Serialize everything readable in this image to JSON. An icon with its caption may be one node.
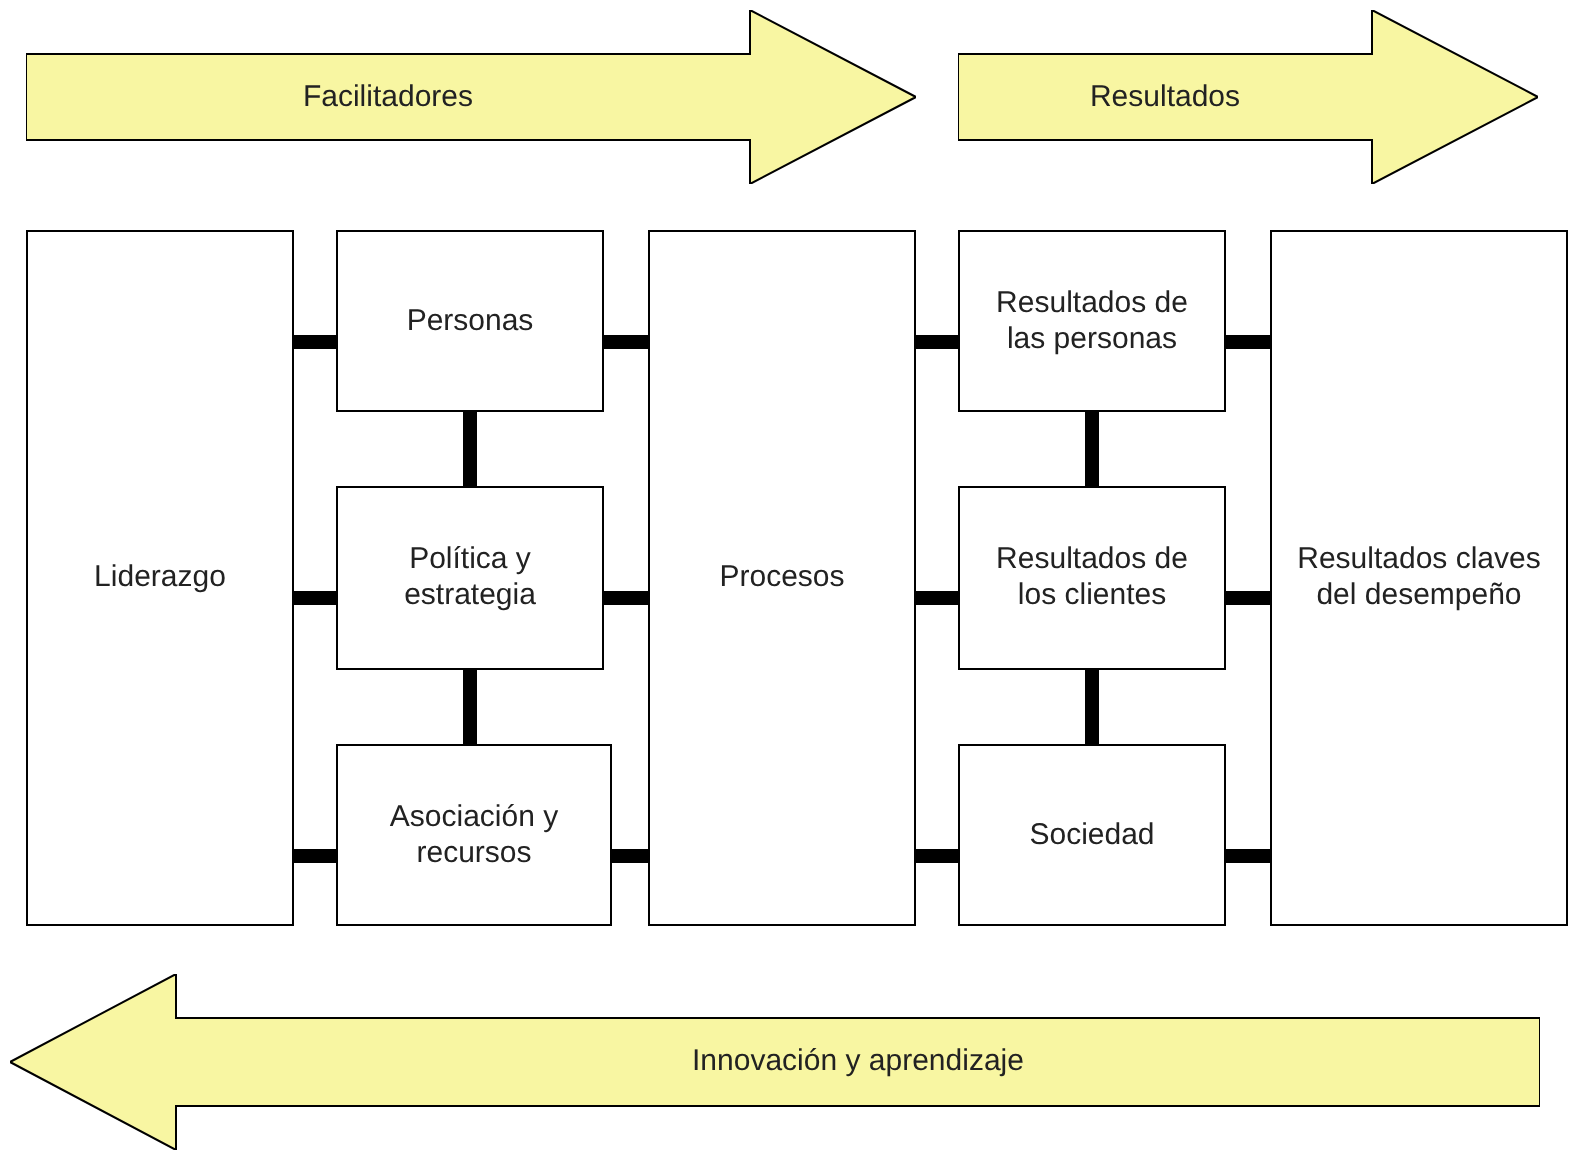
{
  "diagram": {
    "nodes": [
      {
        "text": [
          "Facilitadores"
        ]
      },
      {
        "text": [
          "Resultados"
        ]
      },
      {
        "text": [
          "Innovación y aprendizaje"
        ]
      },
      {
        "text": [
          "Liderazgo"
        ]
      },
      {
        "text": [
          "Personas"
        ]
      },
      {
        "text": [
          "Política y estrategia"
        ]
      },
      {
        "text": [
          "Asociación y recursos"
        ]
      },
      {
        "text": [
          "Procesos"
        ]
      },
      {
        "text": [
          "Resultados de las personas"
        ]
      },
      {
        "text": [
          "Resultados de los clientes"
        ]
      },
      {
        "text": [
          "Sociedad"
        ]
      },
      {
        "text": [
          "Resultados claves del desempeño"
        ]
      }
    ],
    "edges": [
      {
        "from": 3,
        "to": 4,
        "arrow": "none"
      },
      {
        "from": 3,
        "to": 5,
        "arrow": "none"
      },
      {
        "from": 3,
        "to": 6,
        "arrow": "none"
      },
      {
        "from": 4,
        "to": 5,
        "arrow": "none"
      },
      {
        "from": 5,
        "to": 6,
        "arrow": "none"
      },
      {
        "from": 4,
        "to": 7,
        "arrow": "none"
      },
      {
        "from": 5,
        "to": 7,
        "arrow": "none"
      },
      {
        "from": 6,
        "to": 7,
        "arrow": "none"
      },
      {
        "from": 7,
        "to": 8,
        "arrow": "none"
      },
      {
        "from": 7,
        "to": 9,
        "arrow": "none"
      },
      {
        "from": 7,
        "to": 10,
        "arrow": "none"
      },
      {
        "from": 8,
        "to": 9,
        "arrow": "none"
      },
      {
        "from": 9,
        "to": 10,
        "arrow": "none"
      },
      {
        "from": 8,
        "to": 11,
        "arrow": "none"
      },
      {
        "from": 9,
        "to": 11,
        "arrow": "none"
      },
      {
        "from": 10,
        "to": 11,
        "arrow": "none"
      }
    ]
  }
}
